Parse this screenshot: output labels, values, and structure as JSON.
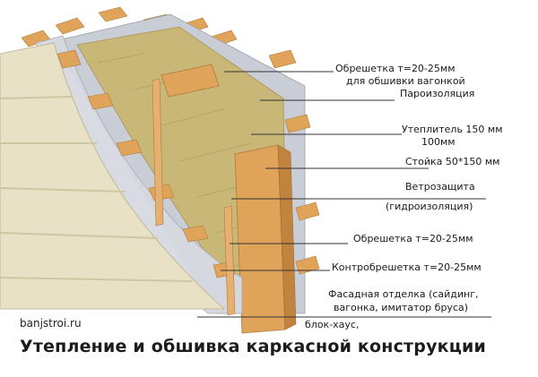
{
  "colors": {
    "siding": "#e8e1c6",
    "siding_shadow": "#cfc6a3",
    "membrane": "#c9ced6",
    "insulation": "#c9b777",
    "wood": "#e0a35a",
    "wood_dark": "#c0843f",
    "leader": "#333333"
  },
  "labels": [
    {
      "text": "Обрешетка т=20-25мм"
    },
    {
      "text": "для обшивки вагонкой"
    },
    {
      "text": "Пароизоляция"
    },
    {
      "text": "Утеплитель 150 мм"
    },
    {
      "text": "100мм"
    },
    {
      "text": "Стойка 50*150 мм"
    },
    {
      "text": "Ветрозащита"
    },
    {
      "text": "(гидроизоляция)"
    },
    {
      "text": "Обрешетка т=20-25мм"
    },
    {
      "text": "Контробрешетка т=20-25мм"
    },
    {
      "text": "Фасадная отделка (сайдинг,"
    },
    {
      "text": "вагонка, имитатор бруса)"
    },
    {
      "text": "блок-хаус,"
    }
  ],
  "site": "banjstroi.ru",
  "caption": "Утепление и обшивка каркасной конструкции"
}
